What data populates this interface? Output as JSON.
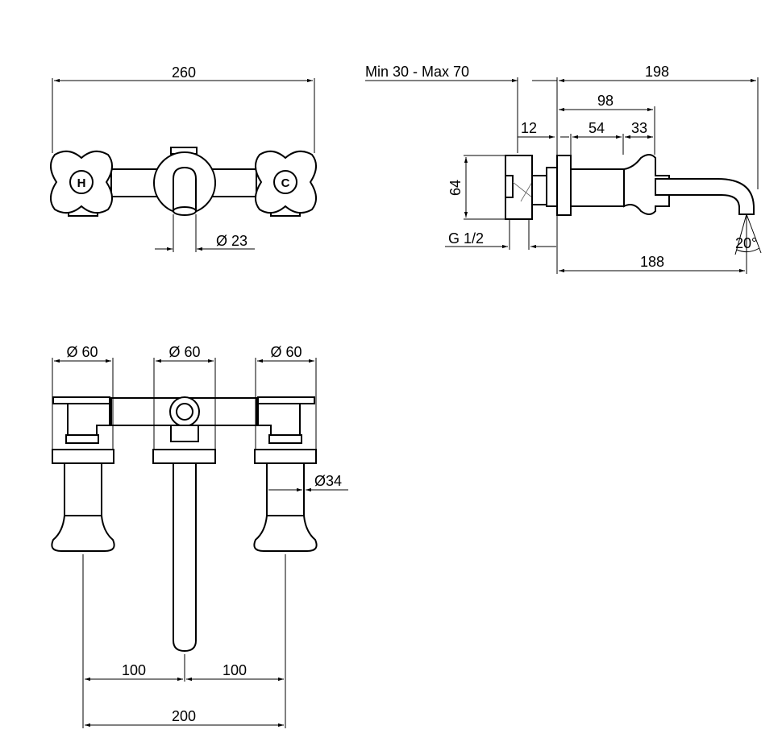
{
  "views": {
    "front": {
      "dim_width": "260",
      "dim_spout_diameter": "Ø 23",
      "hot_label": "H",
      "cold_label": "C"
    },
    "side": {
      "dim_wall_range": "Min 30 - Max 70",
      "dim_total_projection": "198",
      "dim_body_length": "98",
      "dim_plate": "12",
      "dim_body": "54",
      "dim_handle": "33",
      "dim_height": "64",
      "dim_thread": "G 1/2",
      "dim_spout_reach": "188",
      "dim_angle": "20°"
    },
    "plan": {
      "dim_left_flange": "Ø 60",
      "dim_center_flange": "Ø 60",
      "dim_right_flange": "Ø 60",
      "dim_handle_diameter": "Ø34",
      "dim_left_spacing": "100",
      "dim_right_spacing": "100",
      "dim_total_spacing": "200"
    }
  }
}
